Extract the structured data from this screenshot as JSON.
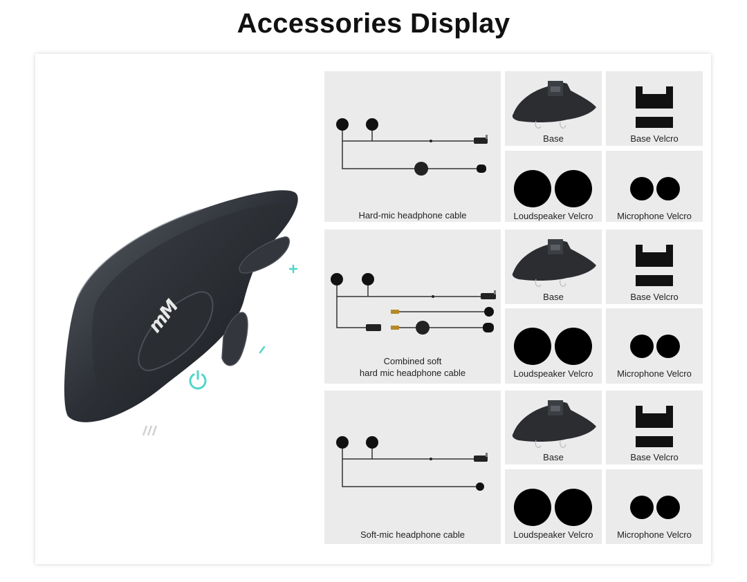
{
  "header": {
    "title": "Accessories Display"
  },
  "device": {
    "logo_text": "mM"
  },
  "rows": [
    {
      "cable_label": "Hard-mic headphone cable",
      "base_label": "Base",
      "base_velcro_label": "Base Velcro",
      "loudspeaker_velcro_label": "Loudspeaker Velcro",
      "microphone_velcro_label": "Microphone Velcro"
    },
    {
      "cable_label_line1": "Combined soft",
      "cable_label_line2": "hard mic headphone cable",
      "base_label": "Base",
      "base_velcro_label": "Base Velcro",
      "loudspeaker_velcro_label": "Loudspeaker Velcro",
      "microphone_velcro_label": "Microphone Velcro"
    },
    {
      "cable_label": "Soft-mic headphone cable",
      "base_label": "Base",
      "base_velcro_label": "Base Velcro",
      "loudspeaker_velcro_label": "Loudspeaker Velcro",
      "microphone_velcro_label": "Microphone Velcro"
    }
  ]
}
